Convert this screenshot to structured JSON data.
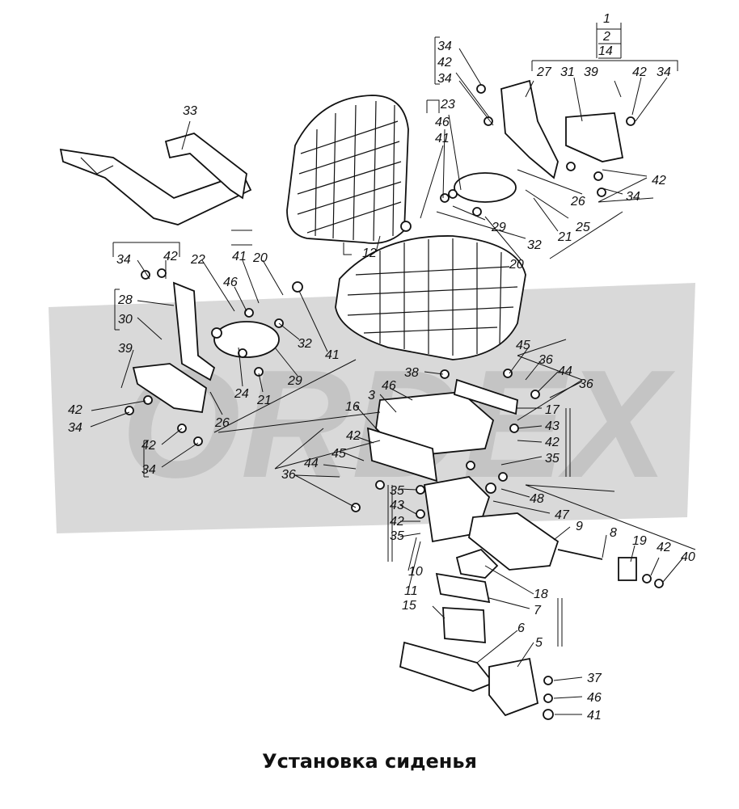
{
  "caption": "Установка сиденья",
  "watermark_text": "ORDEX",
  "labels": [
    {
      "id": "l1",
      "text": "1"
    },
    {
      "id": "l2",
      "text": "2"
    },
    {
      "id": "l14",
      "text": "14"
    },
    {
      "id": "l27",
      "text": "27"
    },
    {
      "id": "l31",
      "text": "31"
    },
    {
      "id": "l39",
      "text": "39"
    },
    {
      "id": "l42a",
      "text": "42"
    },
    {
      "id": "l34a",
      "text": "34"
    },
    {
      "id": "l34b",
      "text": "34"
    },
    {
      "id": "l42b",
      "text": "42"
    },
    {
      "id": "l34c",
      "text": "34"
    },
    {
      "id": "l23",
      "text": "23"
    },
    {
      "id": "l46a",
      "text": "46"
    },
    {
      "id": "l41a",
      "text": "41"
    },
    {
      "id": "l33",
      "text": "33"
    },
    {
      "id": "l42c",
      "text": "42"
    },
    {
      "id": "l34d",
      "text": "34"
    },
    {
      "id": "l26a",
      "text": "26"
    },
    {
      "id": "l25",
      "text": "25"
    },
    {
      "id": "l21a",
      "text": "21"
    },
    {
      "id": "l29a",
      "text": "29"
    },
    {
      "id": "l32a",
      "text": "32"
    },
    {
      "id": "l20a",
      "text": "20"
    },
    {
      "id": "l12",
      "text": "12"
    },
    {
      "id": "l34e",
      "text": "34"
    },
    {
      "id": "l42d",
      "text": "42"
    },
    {
      "id": "l22",
      "text": "22"
    },
    {
      "id": "l41b",
      "text": "41"
    },
    {
      "id": "l20b",
      "text": "20"
    },
    {
      "id": "l46b",
      "text": "46"
    },
    {
      "id": "l28",
      "text": "28"
    },
    {
      "id": "l30",
      "text": "30"
    },
    {
      "id": "l39b",
      "text": "39"
    },
    {
      "id": "l32b",
      "text": "32"
    },
    {
      "id": "l41c",
      "text": "41"
    },
    {
      "id": "l29b",
      "text": "29"
    },
    {
      "id": "l24",
      "text": "24"
    },
    {
      "id": "l21b",
      "text": "21"
    },
    {
      "id": "l26b",
      "text": "26"
    },
    {
      "id": "l42e",
      "text": "42"
    },
    {
      "id": "l34f",
      "text": "34"
    },
    {
      "id": "l42f",
      "text": "42"
    },
    {
      "id": "l34g",
      "text": "34"
    },
    {
      "id": "l45a",
      "text": "45"
    },
    {
      "id": "l36a",
      "text": "36"
    },
    {
      "id": "l44a",
      "text": "44"
    },
    {
      "id": "l36b",
      "text": "36"
    },
    {
      "id": "l38",
      "text": "38"
    },
    {
      "id": "l46c",
      "text": "46"
    },
    {
      "id": "l3",
      "text": "3"
    },
    {
      "id": "l16",
      "text": "16"
    },
    {
      "id": "l17",
      "text": "17"
    },
    {
      "id": "l43a",
      "text": "43"
    },
    {
      "id": "l42g",
      "text": "42"
    },
    {
      "id": "l35a",
      "text": "35"
    },
    {
      "id": "l42h",
      "text": "42"
    },
    {
      "id": "l45b",
      "text": "45"
    },
    {
      "id": "l44b",
      "text": "44"
    },
    {
      "id": "l36c",
      "text": "36"
    },
    {
      "id": "l35b",
      "text": "35"
    },
    {
      "id": "l43b",
      "text": "43"
    },
    {
      "id": "l42i",
      "text": "42"
    },
    {
      "id": "l35c",
      "text": "35"
    },
    {
      "id": "l10",
      "text": "10"
    },
    {
      "id": "l11",
      "text": "11"
    },
    {
      "id": "l48",
      "text": "48"
    },
    {
      "id": "l47",
      "text": "47"
    },
    {
      "id": "l9",
      "text": "9"
    },
    {
      "id": "l8",
      "text": "8"
    },
    {
      "id": "l19",
      "text": "19"
    },
    {
      "id": "l42j",
      "text": "42"
    },
    {
      "id": "l40",
      "text": "40"
    },
    {
      "id": "l18",
      "text": "18"
    },
    {
      "id": "l7",
      "text": "7"
    },
    {
      "id": "l15",
      "text": "15"
    },
    {
      "id": "l6",
      "text": "6"
    },
    {
      "id": "l5",
      "text": "5"
    },
    {
      "id": "l37",
      "text": "37"
    },
    {
      "id": "l46d",
      "text": "46"
    },
    {
      "id": "l41d",
      "text": "41"
    }
  ]
}
